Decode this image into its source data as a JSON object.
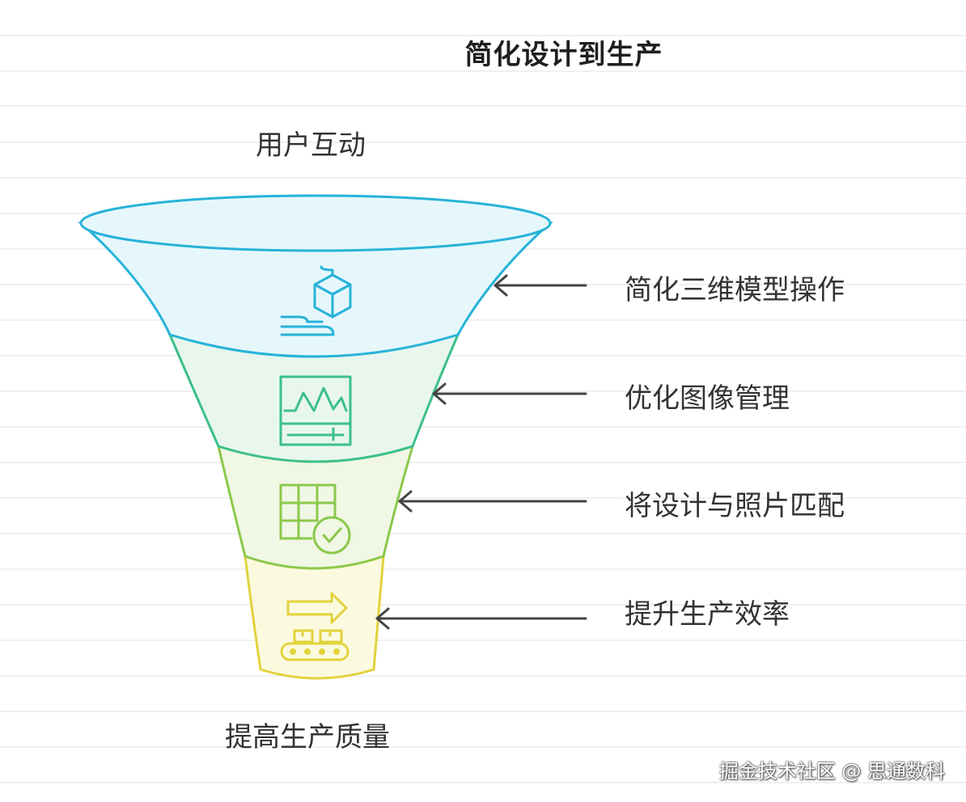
{
  "title": "简化设计到生产",
  "top_label": "用户互动",
  "bottom_label": "提高生产质量",
  "stages": [
    {
      "label": "简化三维模型操作",
      "icon": "3d-cube-hand-icon",
      "color": "#27b3d9",
      "fill": "#e6f7fc"
    },
    {
      "label": "优化图像管理",
      "icon": "waveform-monitor-icon",
      "color": "#3cc08a",
      "fill": "#e8f6ee"
    },
    {
      "label": "将设计与照片匹配",
      "icon": "grid-check-icon",
      "color": "#8cc84b",
      "fill": "#f0f7e4"
    },
    {
      "label": "提升生产效率",
      "icon": "conveyor-arrow-icon",
      "color": "#e2d23c",
      "fill": "#fbfadf"
    }
  ],
  "watermark": "掘金技术社区 @ 思通数科"
}
